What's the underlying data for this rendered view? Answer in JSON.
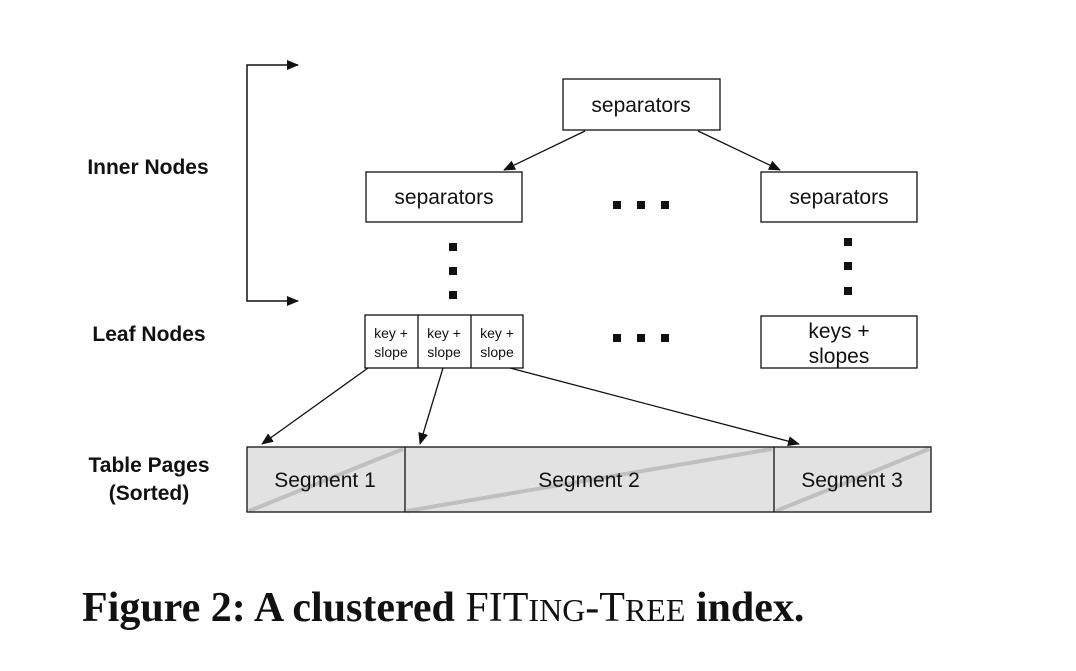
{
  "labels": {
    "inner_nodes": "Inner Nodes",
    "leaf_nodes": "Leaf Nodes",
    "table_pages_1": "Table Pages",
    "table_pages_2": "(Sorted)"
  },
  "inner": {
    "root": "separators",
    "left": "separators",
    "right": "separators"
  },
  "leaf": {
    "cells": [
      {
        "line1": "key +",
        "line2": "slope"
      },
      {
        "line1": "key +",
        "line2": "slope"
      },
      {
        "line1": "key +",
        "line2": "slope"
      }
    ],
    "right_line1": "keys +",
    "right_line2": "slopes"
  },
  "segments": [
    "Segment 1",
    "Segment 2",
    "Segment 3"
  ],
  "caption": {
    "prefix": "Figure 2: A clustered",
    "fit": "FIT",
    "ing": "ING",
    "dash": "-",
    "t": "T",
    "ree": "REE",
    "suffix": "index."
  },
  "colors": {
    "segment_fill": "#e2e2e2",
    "segment_diagonal": "#bfbfbf",
    "stroke": "#111111"
  }
}
